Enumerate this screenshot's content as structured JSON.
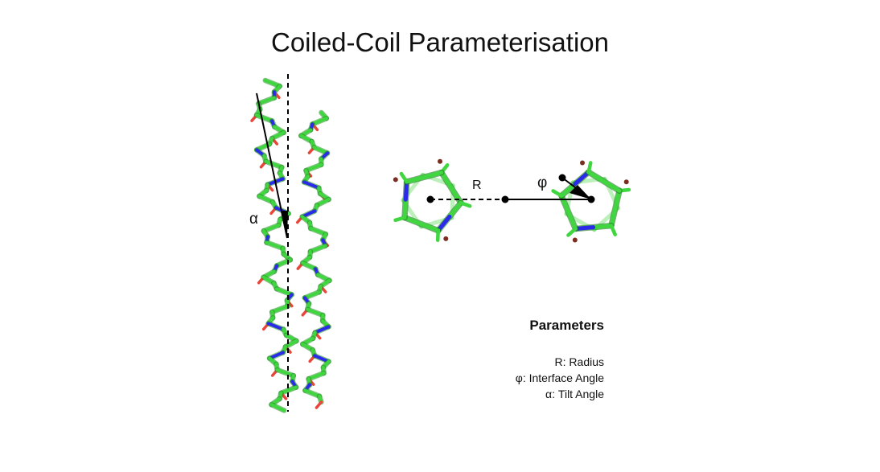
{
  "title": "Coiled-Coil Parameterisation",
  "labels": {
    "alpha": "α",
    "radius": "R",
    "phi": "φ"
  },
  "parameters": {
    "heading": "Parameters",
    "items": [
      "R: Radius",
      "φ: Interface Angle",
      "α: Tilt Angle"
    ]
  },
  "colors": {
    "carbon": "#3fd63f",
    "nitrogen": "#2a2ae8",
    "oxygen": "#e8463a",
    "shadow": "#7a2e20",
    "lines": "#000000"
  }
}
